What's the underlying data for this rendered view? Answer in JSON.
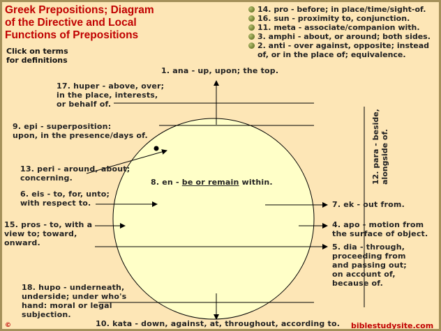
{
  "title_lines": [
    "Greek Prepositions; Diagram",
    "of the Directive and Local",
    "Functions of Prepositions"
  ],
  "hint_lines": [
    "Click on terms",
    "for definitions"
  ],
  "legend": [
    "14. pro - before; in place/time/sight-of.",
    "16. sun - proximity to, conjunction.",
    "11. meta - associate/companion with.",
    "3. amphi - about, or around; both sides.",
    "2. anti - over against, opposite; instead",
    "of, or in the place of; equivalence."
  ],
  "labels": {
    "ana": "1. ana - up, upon; the top.",
    "huper": [
      "17. huper - above, over;",
      "in the place, interests,",
      "or behalf of."
    ],
    "epi": [
      "9. epi - superposition:",
      "upon, in the presence/days of."
    ],
    "peri": [
      "13. peri - around, about;",
      "concerning."
    ],
    "en_pre": "8. en - ",
    "en_link": "be or remain",
    "en_post": " within.",
    "eis": [
      "6. eis - to, for, unto;",
      "with respect to."
    ],
    "pros": [
      "15. pros - to, with a",
      "view to; toward,",
      "onward."
    ],
    "hupo": [
      "18. hupo - underneath,",
      "underside; under who's",
      "hand: moral or legal",
      "subjection."
    ],
    "kata": "10. kata - down, against, at, throughout, according to.",
    "para": [
      "12. para - beside,",
      "alongside of."
    ],
    "ek": "7. ek - out from.",
    "apo": [
      "4. apo - motion from",
      "the surface of object."
    ],
    "dia": [
      "5. dia - through,",
      "proceeding from",
      "and passing out;",
      "on account of,",
      "because of."
    ]
  },
  "footer": {
    "copyright": "©",
    "site": "biblestudysite.com"
  },
  "colors": {
    "background": "#fde6b6",
    "frame": "#a4905a",
    "circle": "#ffffc8",
    "title": "#c00000",
    "legend_dot": "#7d8a34"
  }
}
